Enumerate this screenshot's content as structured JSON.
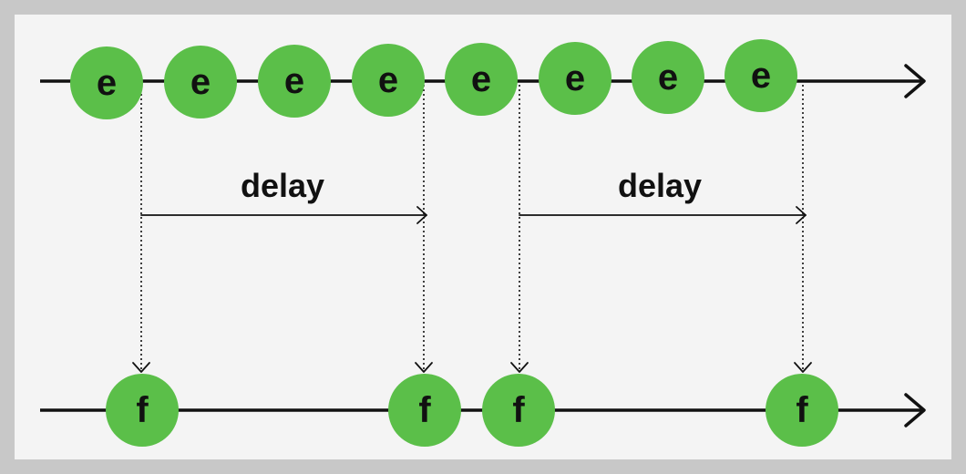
{
  "colors": {
    "outer_border": "#c8c8c8",
    "background": "#f4f4f4",
    "marble": "#5bbf49",
    "line": "#111111"
  },
  "input_stream": {
    "marbles": [
      "e",
      "e",
      "e",
      "e",
      "e",
      "e",
      "e",
      "e"
    ]
  },
  "output_stream": {
    "marbles": [
      "f",
      "f",
      "f",
      "f"
    ]
  },
  "delays": [
    "delay",
    "delay"
  ]
}
